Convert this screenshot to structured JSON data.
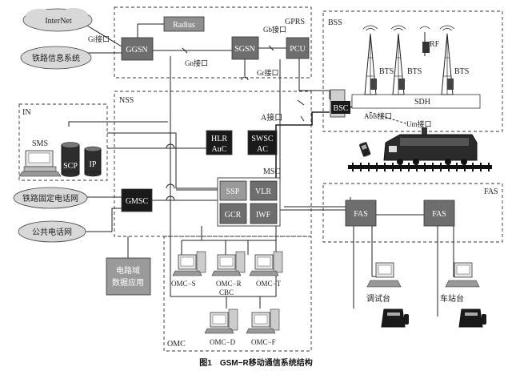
{
  "regions": {
    "gprs": "GPRS",
    "bss": "BSS",
    "in": "IN",
    "nss": "NSS",
    "fas": "FAS",
    "omc": "OMC"
  },
  "clouds": {
    "internet": "InterNet",
    "railway_info": "铁路信息系统",
    "railway_fixed": "铁路固定电话网",
    "public_phone": "公共电话网"
  },
  "nodes": {
    "radius": "Radius",
    "ggsn": "GGSN",
    "sgsn": "SGSN",
    "pcu": "PCU",
    "hlr_line1": "HLR",
    "hlr_line2": "AuC",
    "swsc_line1": "SWSC",
    "swsc_line2": "AC",
    "msc": "MSC",
    "ssp": "SSP",
    "vlr": "VLR",
    "gcr": "GCR",
    "iwf": "IWF",
    "gmsc": "GMSC",
    "sms": "SMS",
    "scp": "SCP",
    "ip": "IP",
    "bsc": "BSC",
    "bts1": "BTS",
    "bts2": "BTS",
    "bts3": "BTS",
    "rf": "RF",
    "sdh": "SDH",
    "fas1": "FAS",
    "fas2": "FAS",
    "circuit_app_line1": "电路域",
    "circuit_app_line2": "数据应用",
    "omc_s": "OMC−S",
    "omc_r_line1": "OMC−R",
    "omc_r_line2": "CBC",
    "omc_t": "OMC−T",
    "omc_d": "OMC−D",
    "omc_f": "OMC−F",
    "dispatch_console": "调试台",
    "station_console": "车站台"
  },
  "interfaces": {
    "gi": "Gi接口",
    "gb": "Gb接口",
    "gn": "Gn接口",
    "gr": "Gr接口",
    "a": "A接口",
    "abis": "Abis接口",
    "um": "Um接口"
  },
  "caption": "图1　GSM−R移动通信系统结构",
  "colors": {
    "dark_node": "#1a1a1a",
    "gray_node": "#6e6e6e",
    "light_node": "#9a9a9a",
    "cloud": "#d8d8d8"
  }
}
